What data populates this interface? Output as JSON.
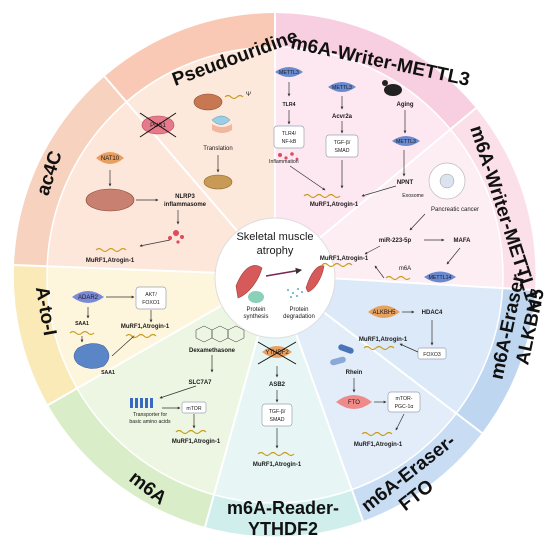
{
  "center": {
    "title_line1": "Skeletal muscle",
    "title_line2": "atrophy",
    "protein_synthesis_line1": "Protein",
    "protein_synthesis_line2": "synthesis",
    "protein_degradation_line1": "Protein",
    "protein_degradation_line2": "degradation"
  },
  "sectors": {
    "pseudouridine": {
      "title": "Pseudouridine",
      "pus1": "PUS1",
      "psi": "Ψ",
      "translation": "Translation"
    },
    "mettl3": {
      "title": "m6A-Writer-METTL3",
      "mettl3": "METTL3",
      "tlr4": "TLR4",
      "tlr4_nfkb_1": "TLR4/",
      "tlr4_nfkb_2": "NF-kB",
      "inflammation": "Inflammation",
      "acvr2a": "Acvr2a",
      "tgfb_1": "TGF-β/",
      "tgfb_2": "SMAD",
      "aging": "Aging",
      "npnt": "NPNT",
      "murf": "MuRF1,Atrogin-1"
    },
    "mettl14": {
      "title": "m6A-Writer-METTL14",
      "pancreatic": "Pancreatic cancer",
      "exosome": "Exosome",
      "mir": "miR-223-5p",
      "mafa": "MAFA",
      "m6a": "m6A",
      "mettl14": "METTL14",
      "murf": "MuRF1,Atrogin-1"
    },
    "alkbh5": {
      "title_line1": "m6A-Eraser-",
      "title_line2": "ALKBH5",
      "alkbh5": "ALKBH5",
      "hdac4": "HDAC4",
      "foxo3": "FOXO3",
      "murf": "MuRF1,Atrogin-1"
    },
    "fto": {
      "title_line1": "m6A-Eraser-",
      "title_line2": "FTO",
      "rhein": "Rhein",
      "fto": "FTO",
      "mtor_1": "mTOR-",
      "mtor_2": "PGC-1α",
      "murf": "MuRF1,Atrogin-1"
    },
    "ythdf2": {
      "title_line1": "m6A-Reader-",
      "title_line2": "YTHDF2",
      "ythdf2": "YTHDF2",
      "asb2": "ASB2",
      "tgfb_1": "TGF-β/",
      "tgfb_2": "SMAD",
      "murf": "MuRF1,Atrogin-1"
    },
    "m6a": {
      "title": "m6A",
      "dexamethasone": "Dexamethasone",
      "slc7a7": "SLC7A7",
      "transporter_1": "Transporter for",
      "transporter_2": "basic amino acids",
      "mtor": "mTOR",
      "murf": "MuRF1,Atrogin-1"
    },
    "atoi": {
      "title": "A-to-I",
      "adar2": "ADAR2",
      "akt_1": "AKT/",
      "akt_2": "FOXO1",
      "saa1": "SAA1",
      "saa1_b": "SAA1",
      "murf": "MuRF1,Atrogin-1"
    },
    "ac4c": {
      "title": "ac4C",
      "nat10": "NAT10",
      "nlrp3_1": "NLRP3",
      "nlrp3_2": "inflammasome",
      "murf": "MuRF1,Atrogin-1"
    }
  },
  "colors": {
    "pseudouridine": "#f9c9b5",
    "mettl3": "#f8cfe0",
    "mettl14": "#fbe0ea",
    "alkbh5": "#c8def4",
    "fto": "#cfe3f7",
    "ythdf2": "#d7f1f0",
    "m6a": "#dff0cf",
    "atoi": "#fbefc3",
    "ac4c": "#f9d9c8"
  }
}
